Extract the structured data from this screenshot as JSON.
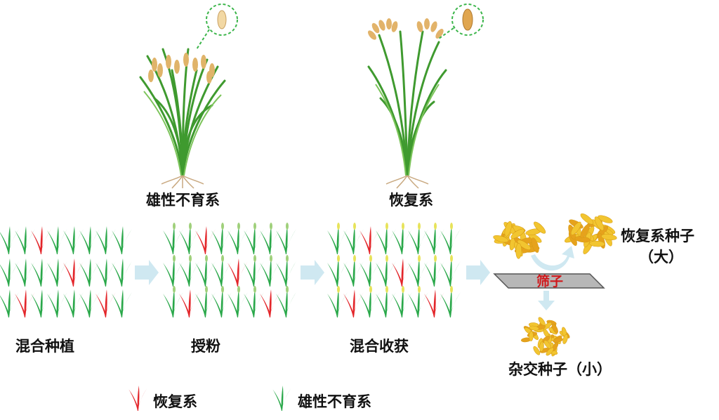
{
  "top_labels": {
    "sterile_line": "雄性不育系",
    "restorer_line": "恢复系"
  },
  "stage_labels": {
    "mixed_planting": "混合种植",
    "pollination": "授粉",
    "mixed_harvest": "混合收获"
  },
  "sieve": {
    "label": "筛子",
    "label_color": "#d0181b"
  },
  "seed_outputs": {
    "restorer_seed_line1": "恢复系种子",
    "restorer_seed_line2": "（大）",
    "hybrid_seed": "杂交种子（小）"
  },
  "legend": [
    {
      "icon": "red-seedling-icon",
      "label": "恢复系",
      "color": "#e3262b"
    },
    {
      "icon": "green-seedling-icon",
      "label": "雄性不育系",
      "color": "#2aa84a"
    }
  ],
  "colors": {
    "sterile_seedling": "#2aa84a",
    "restorer_seedling": "#e3262b",
    "arrow": "#c7e4ee",
    "seed": "#f2c530"
  }
}
